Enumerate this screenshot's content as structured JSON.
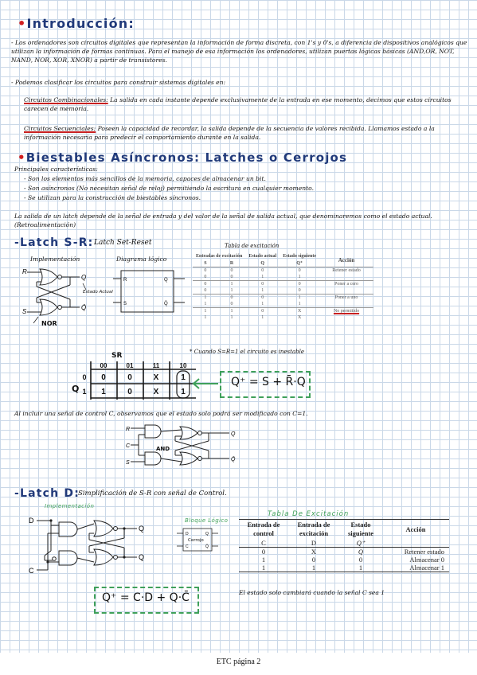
{
  "h_intro": "Introducción:",
  "p1": "- Los ordenadores son circuitos digitales que representan la información de forma discreta, con 1's y 0's, a diferencia de dispositivos analógicos que utilizan la información de formas continuas. Para el manejo de esa información los ordenadores, utilizan puertas lógicas básicas (AND,OR, NOT, NAND, NOR, XOR, XNOR) a partir de transistores.",
  "p2": "- Podemos clasificar los circuitos para construir sistemas digitales en:",
  "comb_term": "Circuitos Combinacionales:",
  "comb_text": "La salida en cada instante depende exclusivamente de la entrada en ese momento, decimos que estos circuitos carecen de memoria.",
  "seq_term": "Circuitos Secuenciales:",
  "seq_text": "Poseen la capacidad de recordar, la salida depende de la secuencia de valores recibida. Llamamos estado a la información necesaria para predecir el comportamiento durante en la salida.",
  "h_bi": "Biestables Asíncronos: Latches o Cerrojos",
  "chars_title": "Principales características:",
  "char1": "- Son los elementos más sencillos de la memoria, capaces de almacenar un bit.",
  "char2": "- Son asíncronos (No necesitan señal de reloj) permitiendo la escritura en cualquier momento.",
  "char3": "- Se utilizan para la construcción de biestables síncronos.",
  "p3": "La salida de un latch depende de la señal de entrada y del valor de la señal de salida actual, que denominaremos como el estado actual. (Retroalimentación)",
  "h_sr": "-Latch S-R:",
  "sr_sub": "Latch Set-Reset",
  "impl_label": "Implementación",
  "diag_label": "Diagrama lógico",
  "estado_actual": "Estado Actual",
  "nor_label": "NOR",
  "ext_title": "Tabla de excitación",
  "t1_headers": [
    "Entradas de excitación",
    "Estado actual",
    "Estado siguiente",
    "Acción"
  ],
  "t1_sub": [
    "S",
    "R",
    "Q",
    "Q⁺"
  ],
  "t1_rows": [
    [
      "0",
      "0",
      "0",
      "0",
      "Retener estado"
    ],
    [
      "0",
      "0",
      "1",
      "1",
      ""
    ],
    [
      "0",
      "1",
      "0",
      "0",
      "Poner a cero"
    ],
    [
      "0",
      "1",
      "1",
      "0",
      ""
    ],
    [
      "1",
      "0",
      "0",
      "1",
      "Poner a uno"
    ],
    [
      "1",
      "0",
      "1",
      "1",
      ""
    ],
    [
      "1",
      "1",
      "0",
      "X",
      "No permitido"
    ],
    [
      "1",
      "1",
      "1",
      "X",
      ""
    ]
  ],
  "kmap_sr": "SR",
  "kmap_q": "Q",
  "kmap_cols": [
    "00",
    "01",
    "11",
    "10"
  ],
  "kmap_rows": [
    "0",
    "1"
  ],
  "kmap_cells": [
    [
      "0",
      "0",
      "X",
      "1"
    ],
    [
      "1",
      "0",
      "X",
      "1"
    ]
  ],
  "star_note": "* Cuando S=R=1 el circuito es inestable",
  "sr_eq": "Q⁺ = S + R̄·Q",
  "p4": "Al incluir una señal de control C, observamos que el estado solo podrá ser modificado con C=1.",
  "and_label": "AND",
  "h_d": "-Latch D:",
  "d_sub": "Simplificación de S-R con señal de Control.",
  "impl2": "Implementación",
  "bloque": "Bloque Lógico",
  "cerrojo": "Cerrojo",
  "t2_title": "Tabla De Excitación",
  "t2_headers": [
    "Entrada de control",
    "Entrada de excitación",
    "Estado siguiente",
    "Acción"
  ],
  "t2_sub": [
    "C",
    "D",
    "Q⁺",
    ""
  ],
  "t2_rows": [
    [
      "0",
      "X",
      "Q",
      "Retener estado"
    ],
    [
      "1",
      "0",
      "0",
      "Almacenar 0"
    ],
    [
      "1",
      "1",
      "1",
      "Almacenar 1"
    ]
  ],
  "d_note": "El estado solo cambiará cuando la señal C sea 1",
  "d_eq": "Q⁺ = C·D + Q·C̄",
  "footer": "ETC página 2",
  "colors": {
    "heading": "#213a7a",
    "accent_red": "#d21f1f",
    "accent_green": "#3fa05a",
    "grid": "#9fb9d6"
  }
}
